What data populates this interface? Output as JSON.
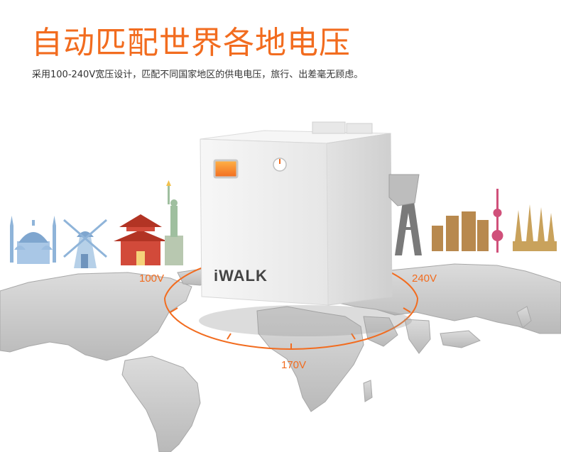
{
  "headline": "自动匹配世界各地电压",
  "description": "采用100-240V宽压设计，匹配不同国家地区的供电电压，旅行、出差毫无顾虑。",
  "brand": "iWALK",
  "voltage_labels": {
    "low": "100V",
    "mid": "170V",
    "high": "240V"
  },
  "colors": {
    "accent": "#f26c1f",
    "text": "#333333",
    "map": "#c9c9c9",
    "charger": "#f2f2f2"
  },
  "icons": [
    "usb-port-icon",
    "power-indicator-icon"
  ]
}
